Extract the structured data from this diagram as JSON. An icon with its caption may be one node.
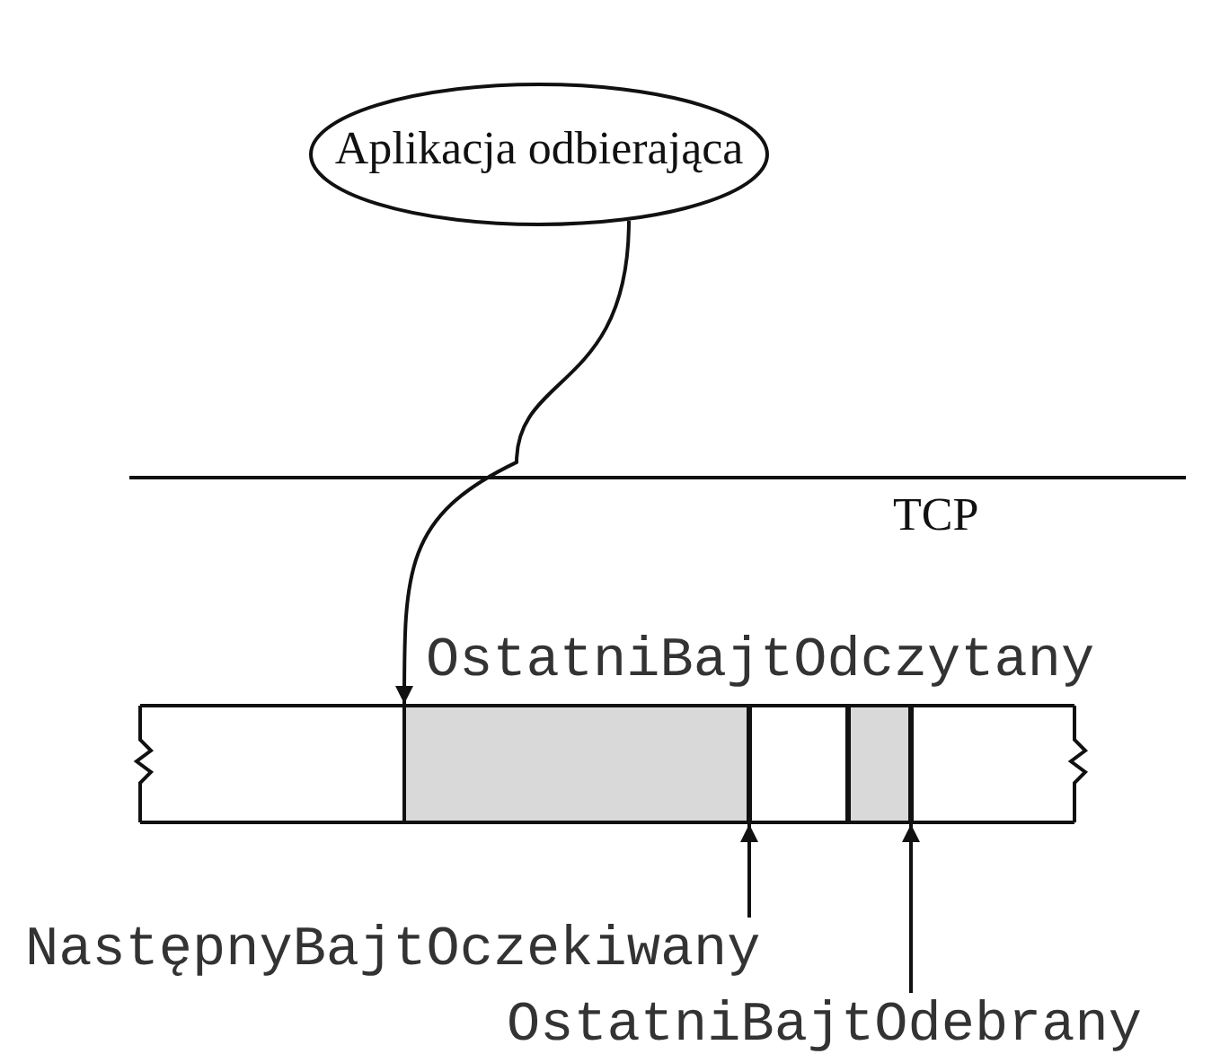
{
  "diagram": {
    "nodes": [
      {
        "text": [
          "Aplikacja odbierająca"
        ]
      },
      {
        "text": [],
        "shape": "bar"
      },
      {
        "text": [
          "NastępnyBajtOczekiwany"
        ]
      },
      {
        "text": [
          "OstatniBajtOdebrany"
        ]
      }
    ],
    "edges": [
      {
        "from": 0,
        "to": 1,
        "arrow": "to"
      },
      {
        "from": 2,
        "to": 1,
        "arrow": "to"
      },
      {
        "from": 3,
        "to": 1,
        "arrow": "to"
      }
    ],
    "labels": [
      "TCP",
      "OstatniBajtOdczytany"
    ]
  }
}
